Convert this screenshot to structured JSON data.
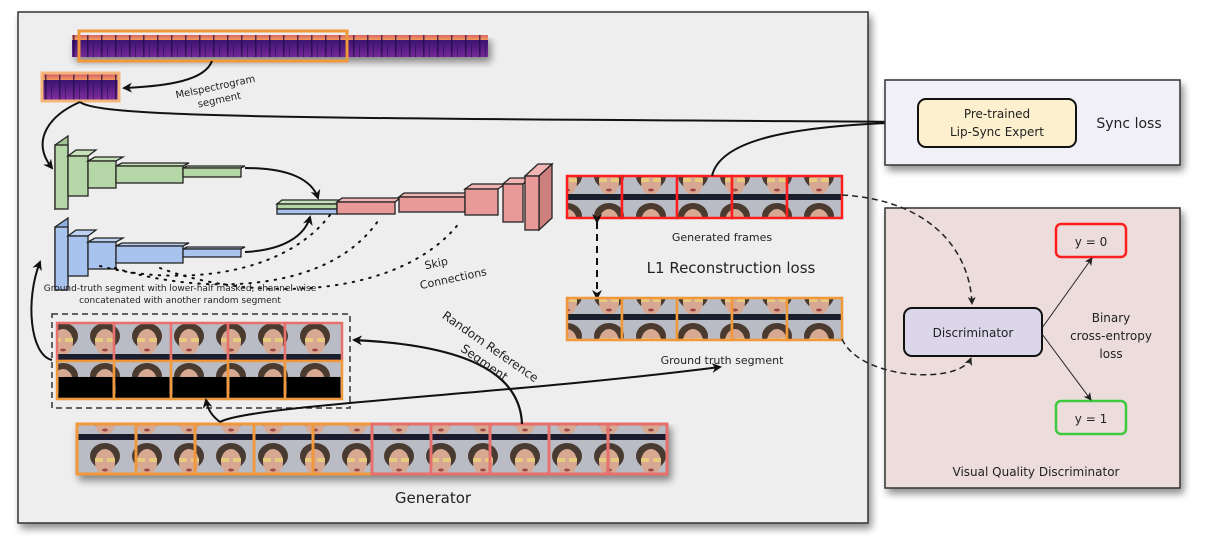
{
  "generator": {
    "title": "Generator",
    "melspectrogram_label_line1": "Melspectrogram",
    "melspectrogram_label_line2": "segment",
    "masked_input_caption_line1": "Ground-truth segment with lower-half masked, channel-wise",
    "masked_input_caption_line2": "concatenated with another random segment",
    "skip_label_line1": "Skip",
    "skip_label_line2": "Connections",
    "random_ref_line1": "Random Reference",
    "random_ref_line2": "Segment",
    "generated_frames_label": "Generated frames",
    "l1_loss_label": "L1 Reconstruction loss",
    "ground_truth_label": "Ground truth segment"
  },
  "sync": {
    "expert_line1": "Pre-trained",
    "expert_line2": "Lip-Sync Expert",
    "loss_label": "Sync loss"
  },
  "discriminator": {
    "title": "Visual Quality Discriminator",
    "node_label": "Discriminator",
    "bce_line1": "Binary",
    "bce_line2": "cross-entropy",
    "bce_line3": "loss",
    "fake_label": "y = 0",
    "real_label": "y = 1"
  },
  "colors": {
    "main_bg": "#eeeeee",
    "sync_bg": "#f1f0f8",
    "disc_bg": "#ecdcdc",
    "expert_fill": "#fdf0cf",
    "disc_node_fill": "#dcd6ea",
    "orange": "#f0983a",
    "salmon": "#e7706c",
    "red": "#ff1e1e",
    "green_out": "#3ec93e",
    "audio_enc": "#b5d6a7",
    "face_enc": "#a7c3ee",
    "decoder": "#e89a98"
  },
  "frames": {
    "generated_count": 5,
    "ground_truth_count": 5,
    "video_strip_count": 10
  }
}
